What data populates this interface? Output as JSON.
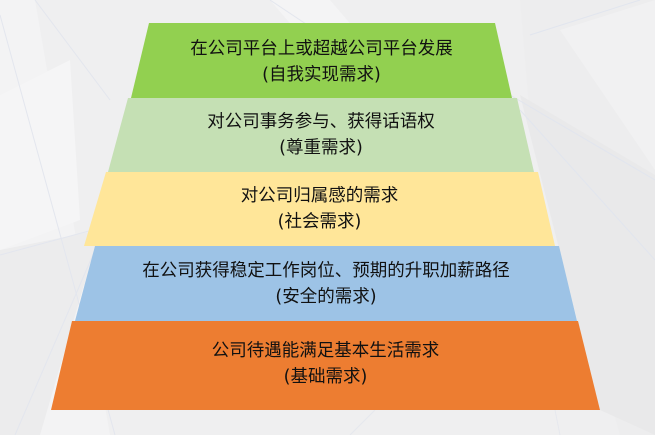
{
  "diagram": {
    "type": "pyramid",
    "title": "",
    "colors": {
      "background": "#efeff0",
      "text": "#111111"
    },
    "layers": [
      {
        "level": 5,
        "name": "self-actualization",
        "line1": "在公司平台上或超越公司平台发展",
        "line2": "(自我实现需求)",
        "color": "#92d050"
      },
      {
        "level": 4,
        "name": "esteem",
        "line1": "对公司事务参与、获得话语权",
        "line2": "(尊重需求)",
        "color": "#c5e0b4"
      },
      {
        "level": 3,
        "name": "social",
        "line1": "对公司归属感的需求",
        "line2": "(社会需求)",
        "color": "#ffe699"
      },
      {
        "level": 2,
        "name": "safety",
        "line1": "在公司获得稳定工作岗位、预期的升职加薪路径",
        "line2": "(安全的需求)",
        "color": "#9dc3e6"
      },
      {
        "level": 1,
        "name": "basic",
        "line1": "公司待遇能满足基本生活需求",
        "line2": "(基础需求)",
        "color": "#ed7d31"
      }
    ]
  }
}
